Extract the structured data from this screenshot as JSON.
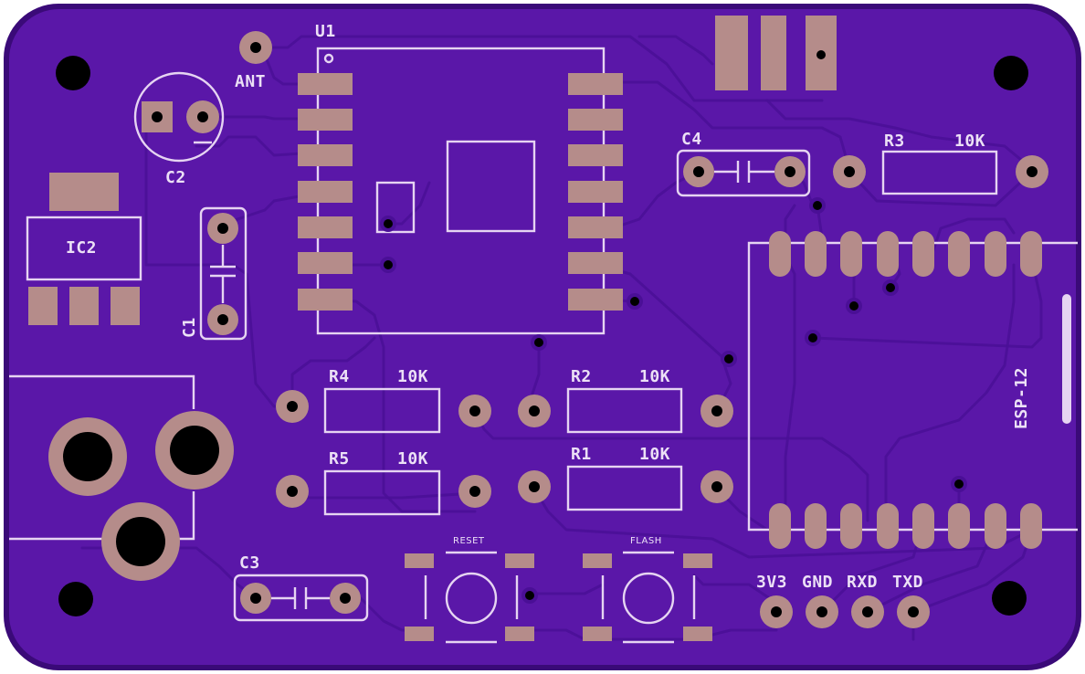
{
  "board": {
    "colors": {
      "board": "#5a17a8",
      "edge": "#3a0a78",
      "trace": "#4a0f96",
      "pad": "#b58c8a",
      "silkscreen": "#e6d4f2"
    }
  },
  "labels": {
    "u1": "U1",
    "ant": "ANT",
    "c2": "C2",
    "ic2": "IC2",
    "c1": "C1",
    "c4": "C4",
    "r3": "R3",
    "r3_value": "10K",
    "r4": "R4",
    "r4_value": "10K",
    "r2": "R2",
    "r2_value": "10K",
    "r5": "R5",
    "r5_value": "10K",
    "r1": "R1",
    "r1_value": "10K",
    "c3": "C3",
    "reset": "RESET",
    "flash": "FLASH",
    "esp12": "ESP-12",
    "pin_3v3": "3V3",
    "pin_gnd": "GND",
    "pin_rxd": "RXD",
    "pin_txd": "TXD"
  }
}
